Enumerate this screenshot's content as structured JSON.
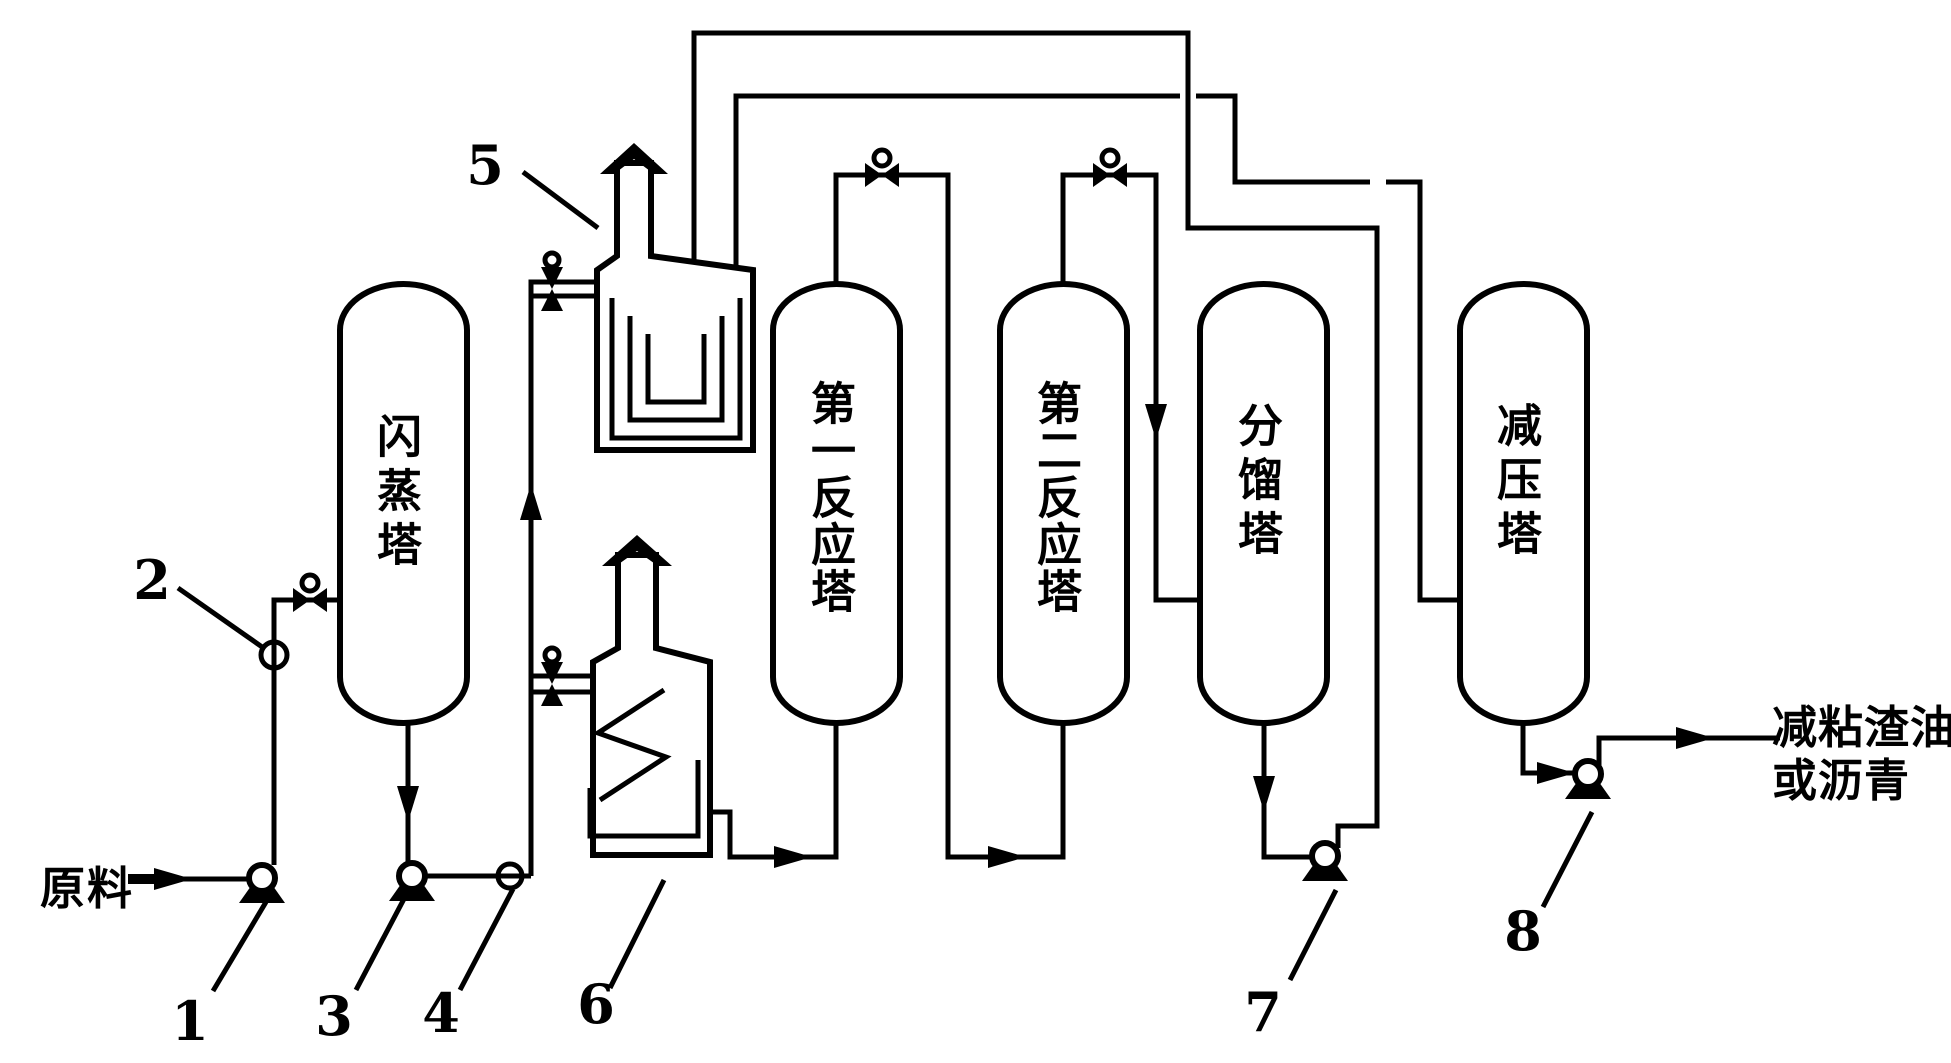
{
  "diagram": {
    "title": "visbreaking-process-flow-diagram",
    "colors": {
      "line": "#000000",
      "background": "#ffffff"
    },
    "feed_label": "原料",
    "product_label": {
      "line1": "减粘渣油",
      "line2": "或沥青"
    },
    "towers": [
      {
        "id": "flash-tower",
        "label": "闪蒸塔"
      },
      {
        "id": "first-reaction-tower",
        "label": "第一反应塔"
      },
      {
        "id": "second-reaction-tower",
        "label": "第二反应塔"
      },
      {
        "id": "fractionation-tower",
        "label": "分馏塔"
      },
      {
        "id": "vacuum-tower",
        "label": "减压塔"
      }
    ],
    "numbers": [
      "1",
      "2",
      "3",
      "4",
      "5",
      "6",
      "7",
      "8"
    ]
  }
}
